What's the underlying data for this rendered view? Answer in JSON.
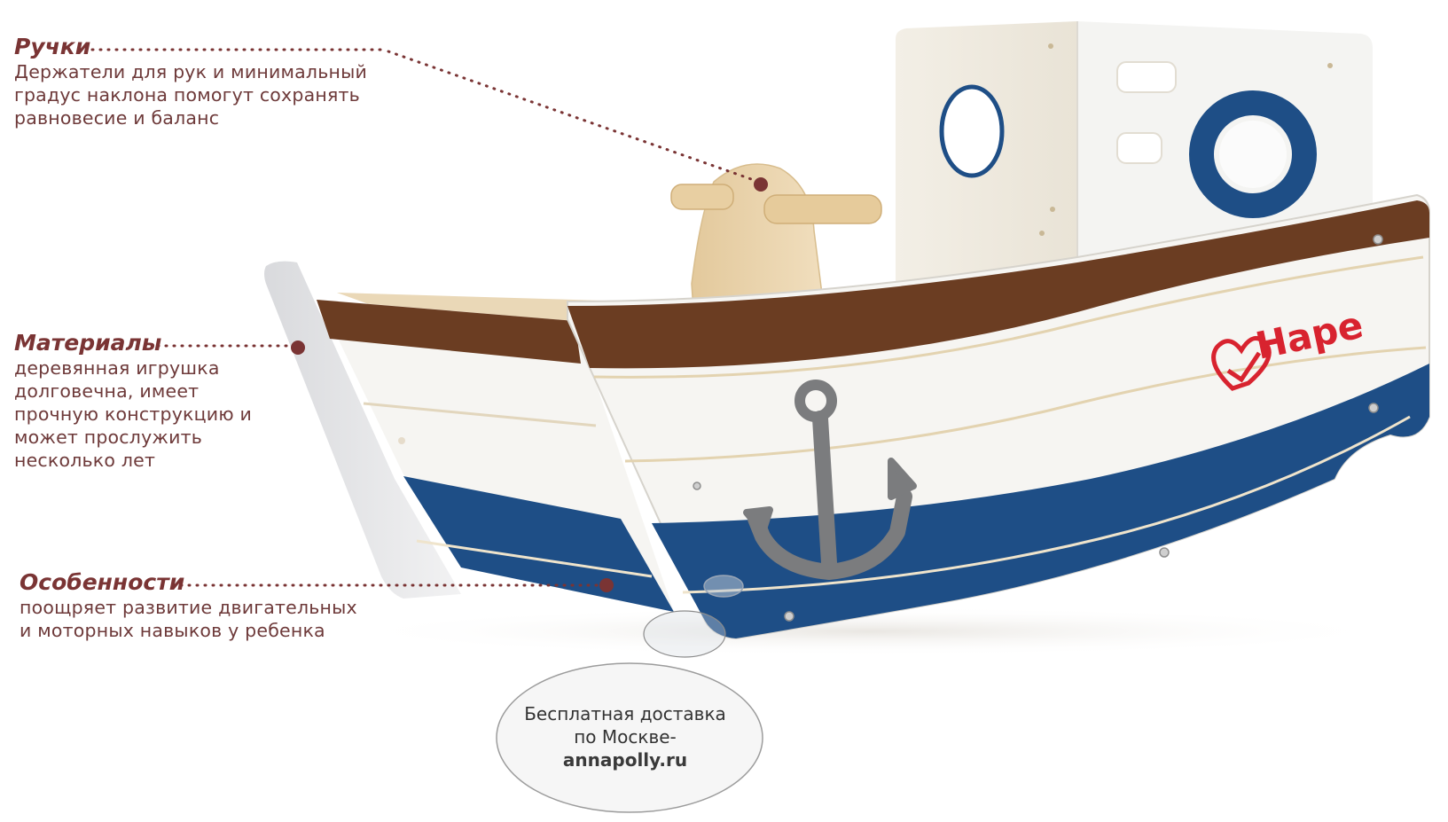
{
  "brand": "Hape",
  "colors": {
    "annotation_text": "#6e2f2f",
    "leader_dot": "#7a3434",
    "hull_blue": "#1e4e86",
    "hull_brown": "#6b3d22",
    "hull_white": "#f6f5f2",
    "plywood": "#ecd9b6",
    "anchor_grey": "#7b7c7e",
    "logo_red": "#d8232f"
  },
  "features": [
    {
      "title": "Ручки",
      "lines": [
        "Держатели для рук и минимальный",
        "градус наклона помогут сохранять",
        "равновесие и баланс"
      ]
    },
    {
      "title": "Материалы",
      "lines": [
        "деревянная игрушка",
        "долговечна, имеет",
        "прочную конструкцию и",
        "может прослужить",
        "несколько лет"
      ]
    },
    {
      "title": "Особенности",
      "lines": [
        "поощряет развитие двигательных",
        "и моторных навыков у ребенка"
      ]
    }
  ],
  "delivery": {
    "line1": "Бесплатная доставка",
    "line2": "по Москве-",
    "site": "annapolly.ru"
  },
  "icons": {
    "anchor": "anchor-icon",
    "logo": "hape-heart-logo-icon"
  }
}
